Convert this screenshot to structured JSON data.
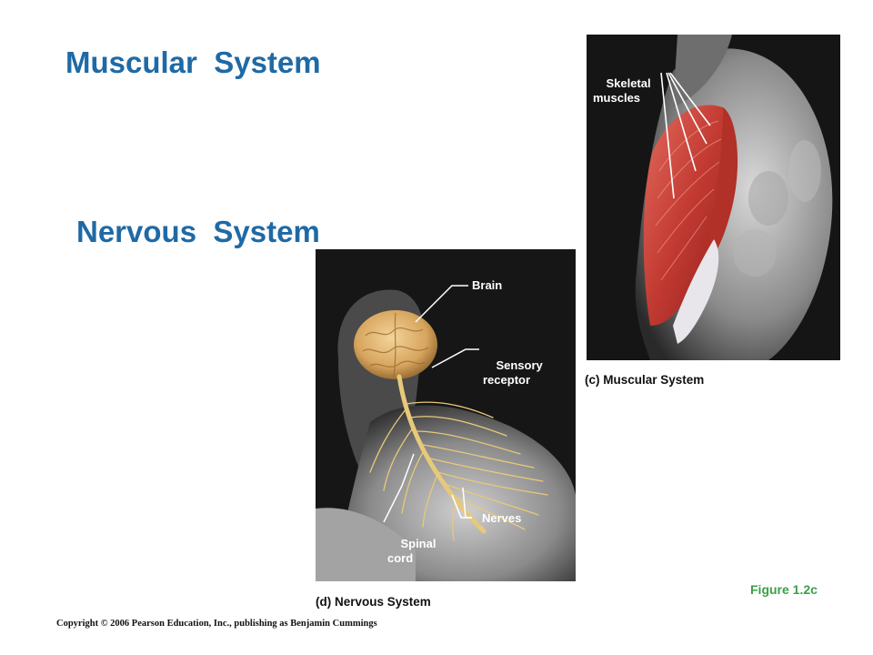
{
  "slide": {
    "title_muscular": "Muscular  System",
    "title_nervous": "Nervous  System",
    "figure_label": "Figure 1.2c",
    "copyright": "Copyright © 2006 Pearson Education, Inc., publishing as Benjamin Cummings"
  },
  "muscular_figure": {
    "label_line1": "Skeletal",
    "label_line2": "muscles",
    "caption": "(c) Muscular System"
  },
  "nervous_figure": {
    "brain": "Brain",
    "sensory_line1": "Sensory",
    "sensory_line2": "receptor",
    "nerves": "Nerves",
    "spinal_line1": "Spinal",
    "spinal_line2": "cord",
    "caption": "(d) Nervous System"
  },
  "colors": {
    "title": "#1f6aa5",
    "figure_label": "#3aa045",
    "muscle_red": "#c8403a",
    "nerve_yellow": "#e8c97a"
  }
}
